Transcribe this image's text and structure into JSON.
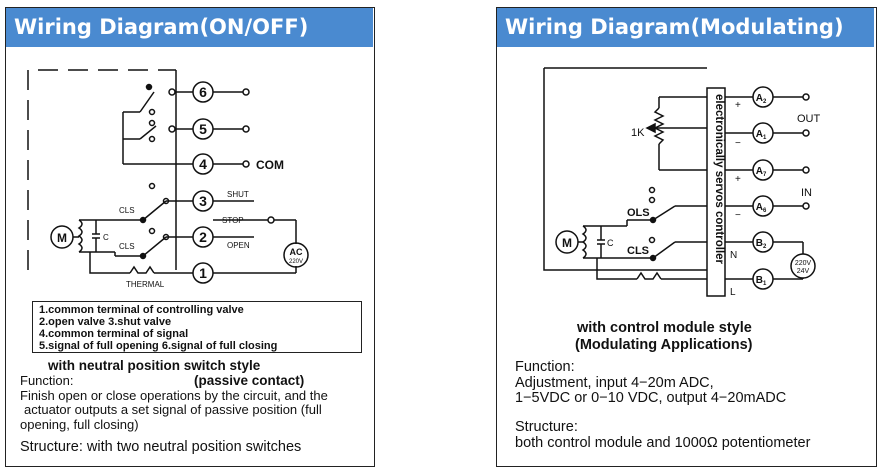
{
  "left_panel": {
    "title": "Wiring Diagram(ON/OFF)",
    "terminals": [
      "6",
      "5",
      "4",
      "3",
      "2",
      "1"
    ],
    "labels": {
      "com": "COM",
      "shut": "SHUT",
      "stop": "STOP",
      "open": "OPEN",
      "cls_upper": "CLS",
      "cls_lower": "CLS",
      "c": "C",
      "motor": "M",
      "thermal": "THERMAL",
      "ac": "AC",
      "voltage": "220V"
    },
    "legend": [
      "1.common terminal of controlling valve",
      "2.open valve   3.shut valve",
      "4.common terminal of signal",
      "5.signal of full opening    6.signal of full closing"
    ],
    "caption_line1": "with neutral position switch style",
    "caption_line2": "(passive contact)",
    "function_label": "Function:",
    "function_text": [
      "Finish open or close operations by the circuit, and the",
      "actuator outputs  a set signal of passive position (full",
      "opening, full closing)"
    ],
    "structure_text": "Structure: with two neutral position switches"
  },
  "right_panel": {
    "title": "Wiring Diagram(Modulating)",
    "controller_label": "electronically servos controller",
    "terminals": [
      {
        "main": "A",
        "sub": "2"
      },
      {
        "main": "A",
        "sub": "1"
      },
      {
        "main": "A",
        "sub": "7"
      },
      {
        "main": "A",
        "sub": "6"
      },
      {
        "main": "B",
        "sub": "2"
      },
      {
        "main": "B",
        "sub": "1"
      }
    ],
    "labels": {
      "out": "OUT",
      "in": "IN",
      "resistor": "1K",
      "ols": "OLS",
      "cls": "CLS",
      "c": "C",
      "motor": "M",
      "n": "N",
      "l": "L",
      "plus1": "+",
      "minus1": "−",
      "plus2": "+",
      "minus2": "−",
      "voltage1": "220V",
      "voltage2": "24V"
    },
    "caption_line1": "with control module style",
    "caption_line2": "(Modulating Applications)",
    "function_label": "Function:",
    "function_text": [
      "Adjustment, input 4−20m ADC,",
      "1−5VDC or 0−10 VDC, output 4−20mADC"
    ],
    "structure_label": "Structure:",
    "structure_text": "both control module and 1000Ω potentiometer"
  },
  "colors": {
    "title_bar": "#4a8ad0",
    "title_text": "#ffffff",
    "line": "#111111",
    "panel_border": "#222222"
  }
}
